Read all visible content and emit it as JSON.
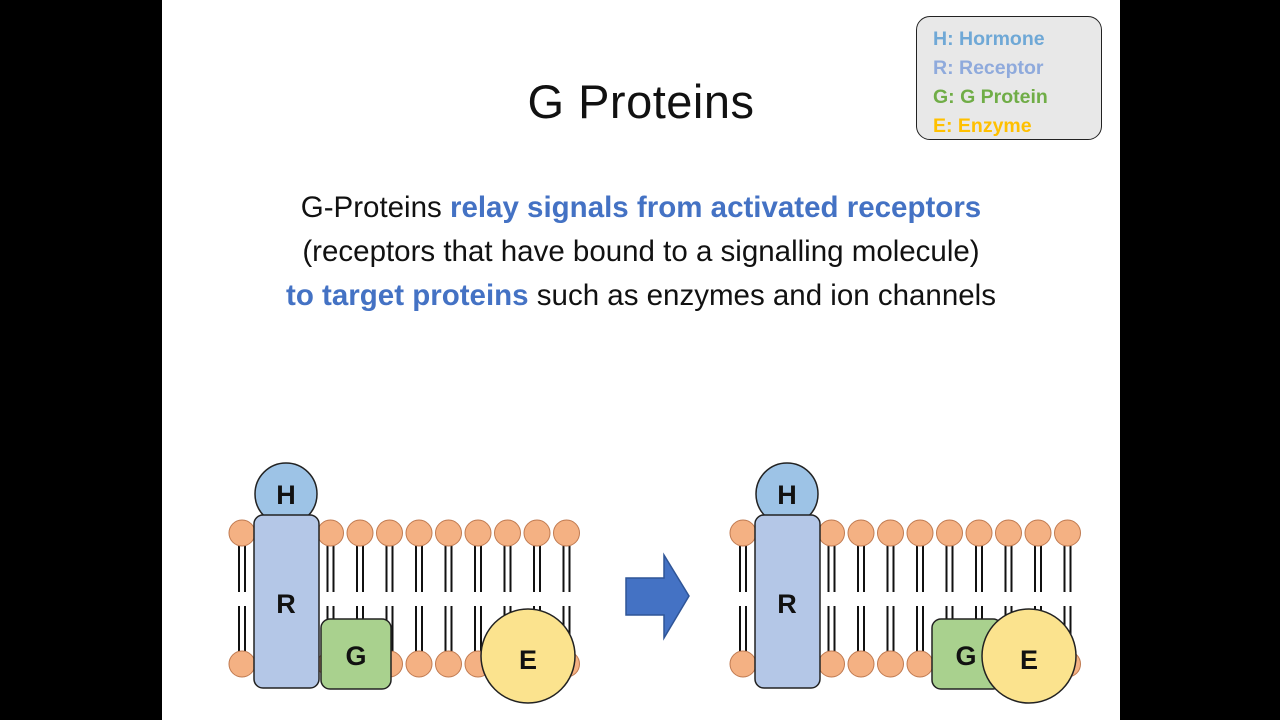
{
  "slide": {
    "title": "G Proteins",
    "body": {
      "line1_plain": "G-Proteins ",
      "line1_highlight": "relay signals from activated receptors",
      "line2": "(receptors that have bound to a signalling molecule)",
      "line3_highlight": "to target proteins",
      "line3_plain": " such as enzymes and ion channels"
    },
    "highlight_color": "#4472c4"
  },
  "legend": {
    "items": [
      {
        "text": "H: Hormone",
        "color": "#6fa8d6"
      },
      {
        "text": "R: Receptor",
        "color": "#8faadc"
      },
      {
        "text": "G: G Protein",
        "color": "#70ad47"
      },
      {
        "text": "E: Enzyme",
        "color": "#ffc000"
      }
    ]
  },
  "diagram": {
    "hormone_label": "H",
    "receptor_label": "R",
    "gprotein_label": "G",
    "enzyme_label": "E",
    "colors": {
      "hormone": "#9dc3e6",
      "receptor": "#b4c7e7",
      "gprotein": "#a9d18e",
      "enzyme": "#fbe38e",
      "lipid_head": "#f4b183",
      "arrow": "#4472c4"
    }
  }
}
